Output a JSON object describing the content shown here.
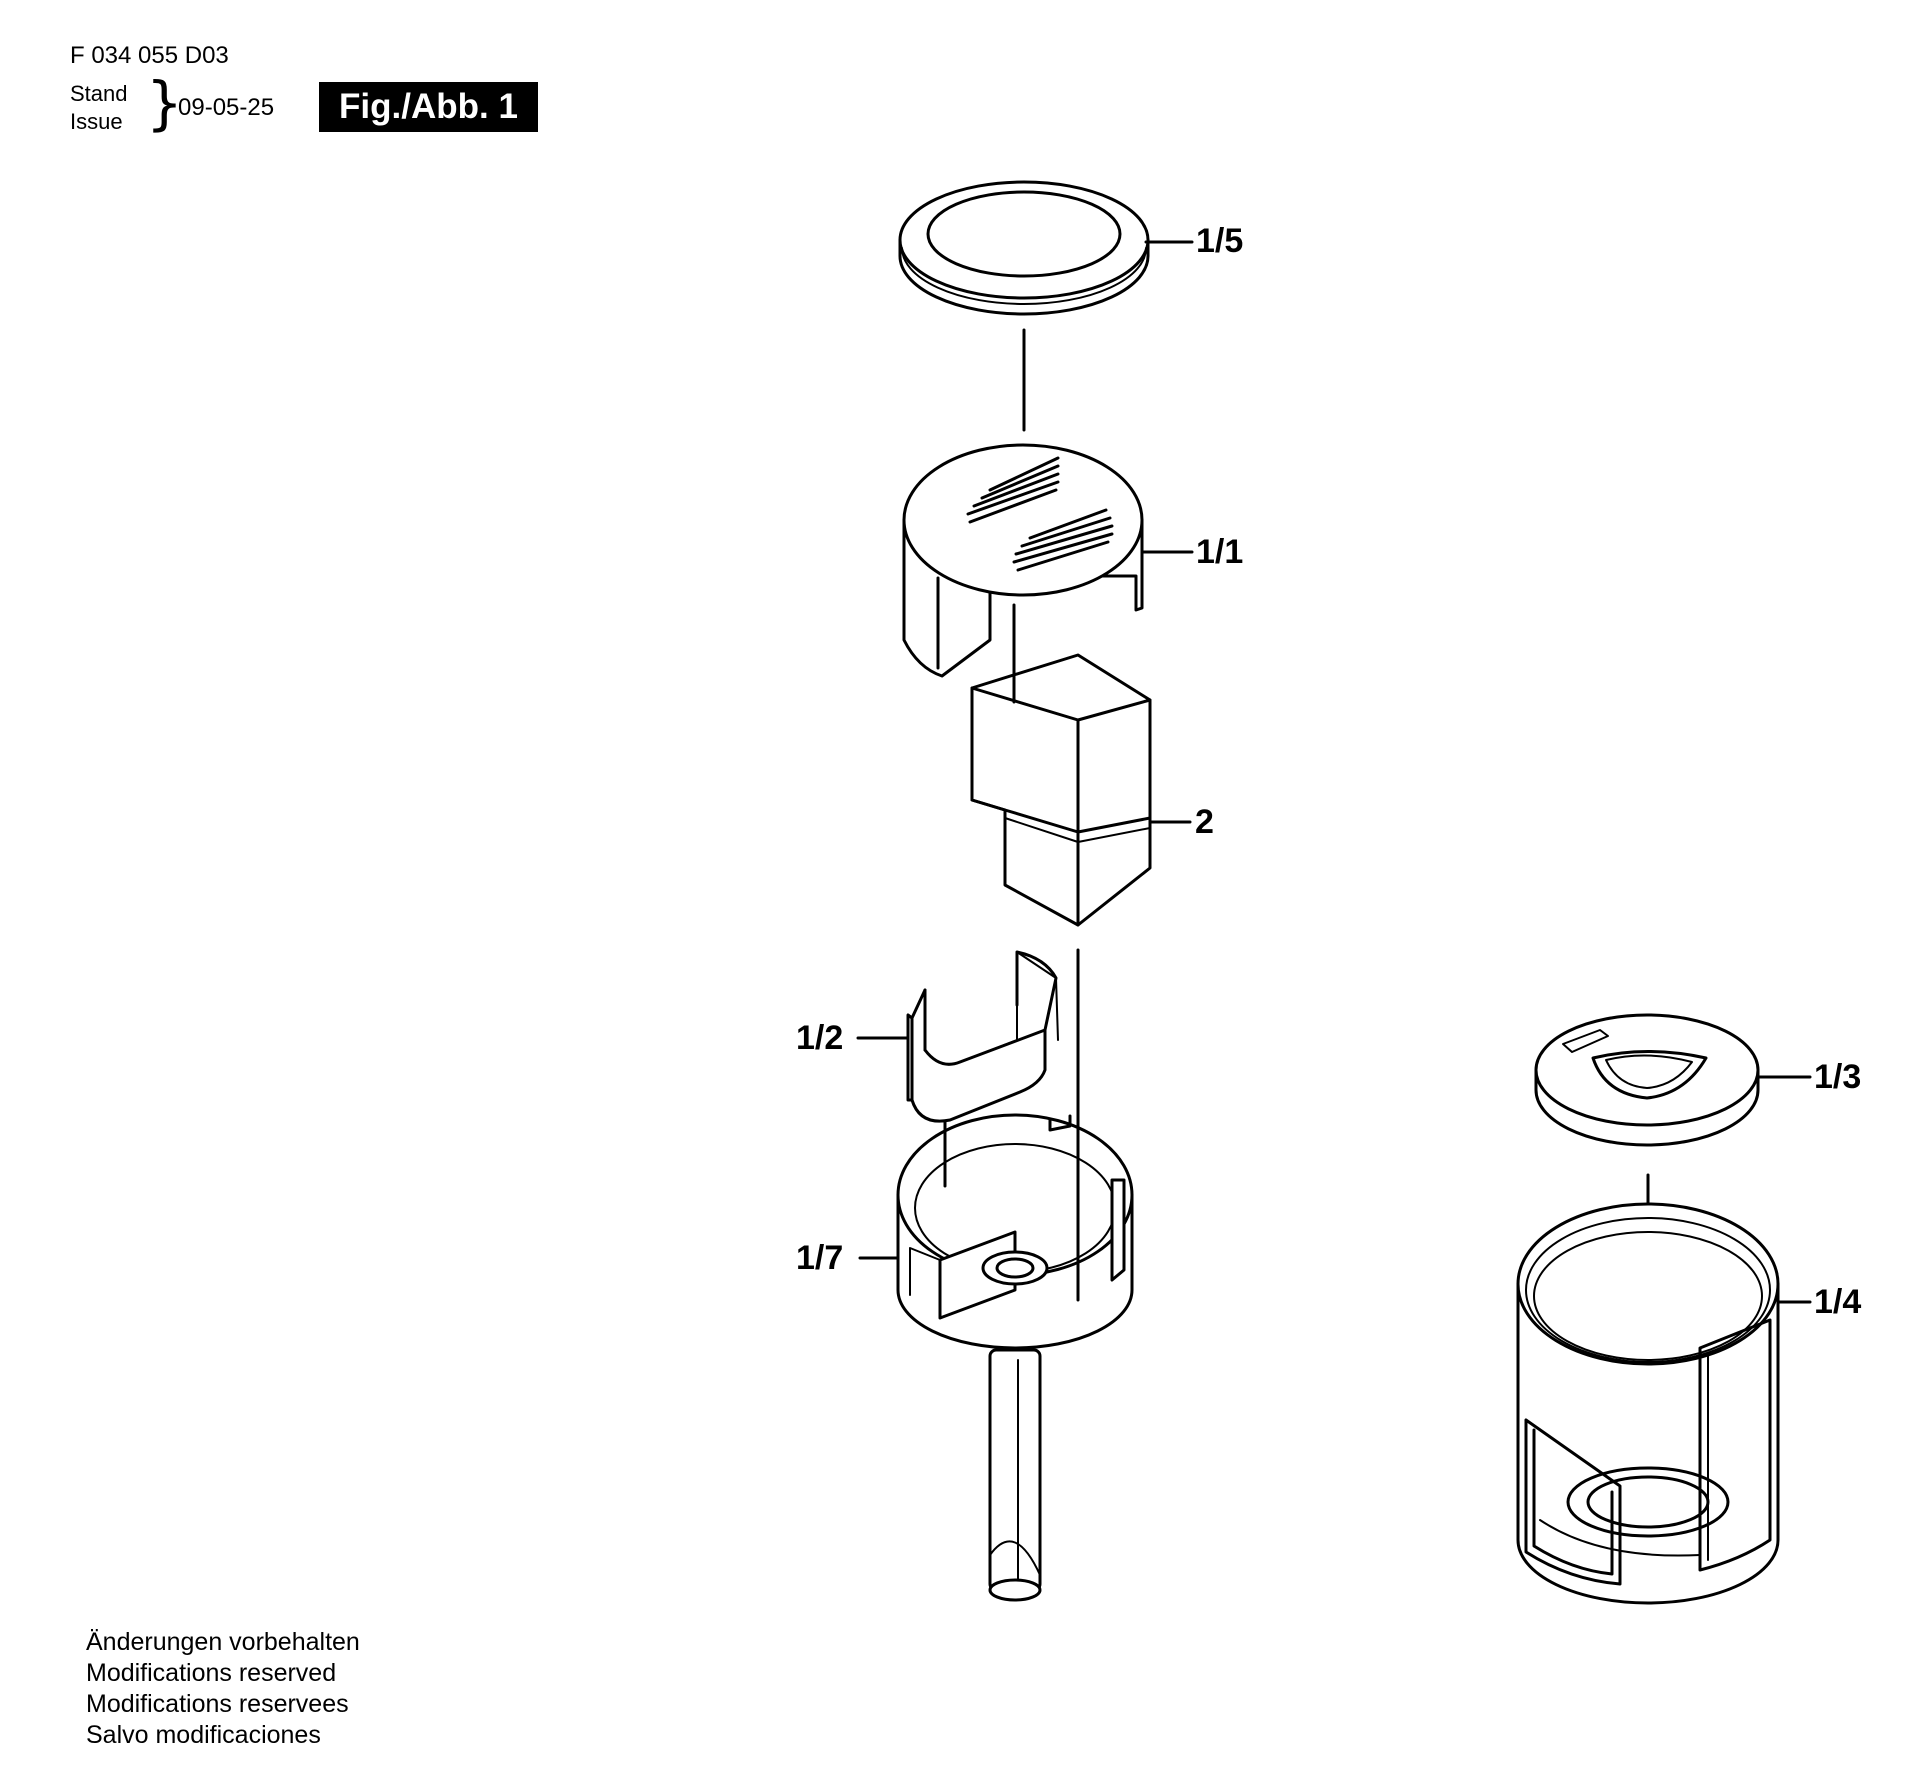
{
  "header": {
    "code": "F 034 055 D03",
    "stand": "Stand",
    "issue": "Issue",
    "brace": "}",
    "date": "09-05-25",
    "figure_label": "Fig./Abb. 1"
  },
  "parts": {
    "p1_5": "1/5",
    "p1_1": "1/1",
    "p2": "2",
    "p1_2": "1/2",
    "p1_7": "1/7",
    "p1_3": "1/3",
    "p1_4": "1/4"
  },
  "notes": [
    "Änderungen vorbehalten",
    "Modifications reserved",
    "Modifications reservees",
    "Salvo modificaciones"
  ]
}
